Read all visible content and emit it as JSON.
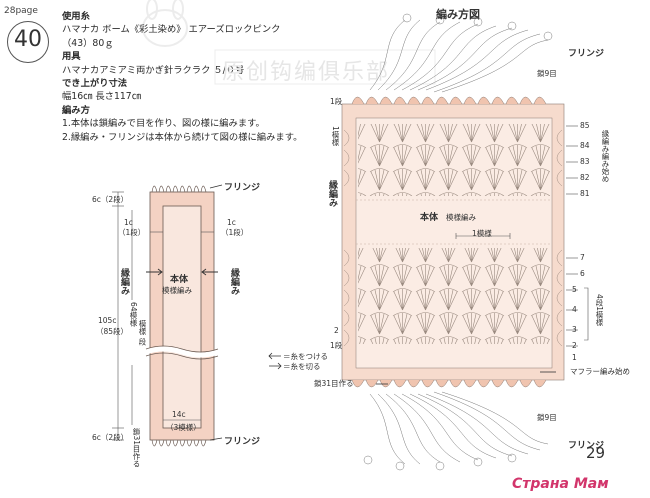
{
  "page_badge": {
    "prefix": "28page",
    "number": "40"
  },
  "instructions": {
    "materials_head": "使用糸",
    "materials_line1": "ハマナカ ボーム《彩土染め》 エアーズロックピンク",
    "materials_line2": "（43）80ｇ",
    "tools_head": "用具",
    "tools_line": "ハマナカアミアミ両かぎ針ラクラク ５/０号",
    "size_head": "でき上がり寸法",
    "size_line": "幅16㎝ 長さ117㎝",
    "method_head": "編み方",
    "method_line1": "1.本体は鎖編みで目を作り、図の様に編みます。",
    "method_line2": "2.縁編み・フリンジは本体から続けて図の様に編みます。"
  },
  "watermark": "原创钩编俱乐部",
  "diagram_title": "編み方図",
  "left_diagram": {
    "fringe_top": "フリンジ",
    "fringe_bottom": "フリンジ",
    "edge_left": "縁編み",
    "edge_right": "縁編み",
    "body_title": "本体",
    "body_sub": "模様編み",
    "top_dim": "6c（2段）",
    "bottom_dim": "6c（2段）",
    "side_left_1c": "1c",
    "side_left_1c_rows": "（1段）",
    "side_right_1c": "1c",
    "side_right_1c_rows": "（1段）",
    "length": "105c",
    "length_rows": "（85段）",
    "pattern_rows": "64模様",
    "pattern_rows_2": "模様",
    "pattern_rows_3": "段",
    "width": "14c",
    "width_rows": "（3模様）",
    "chain_start": "鎖31目作る"
  },
  "right_diagram": {
    "fringe_top": "フリンジ",
    "fringe_bottom": "フリンジ",
    "chain9_top": "鎖9目",
    "chain9_bottom": "鎖9目",
    "edge_left": "縁編み",
    "body_title": "本体",
    "body_sub": "模様編み",
    "pattern_one": "1模様",
    "edge_start": "縁編み編み始め",
    "repeat_note": "4段1模様",
    "muffler_start": "マフラー編み始め",
    "chain31": "鎖31目作る",
    "legend_attach": "＝糸をつける",
    "legend_cut": "＝糸を切る",
    "left_row_1": "1段",
    "left_row_2": "1模様",
    "row_85": "85",
    "row_84": "84",
    "row_83": "83",
    "row_82": "82",
    "row_81": "81",
    "row_7": "7",
    "row_6": "6",
    "row_5": "5",
    "row_4": "4",
    "row_3": "3",
    "row_2": "2",
    "row_1": "1",
    "row_1_left": "1段",
    "row_2_left": "2"
  },
  "page_number": "29",
  "brand": "Страна Мам"
}
